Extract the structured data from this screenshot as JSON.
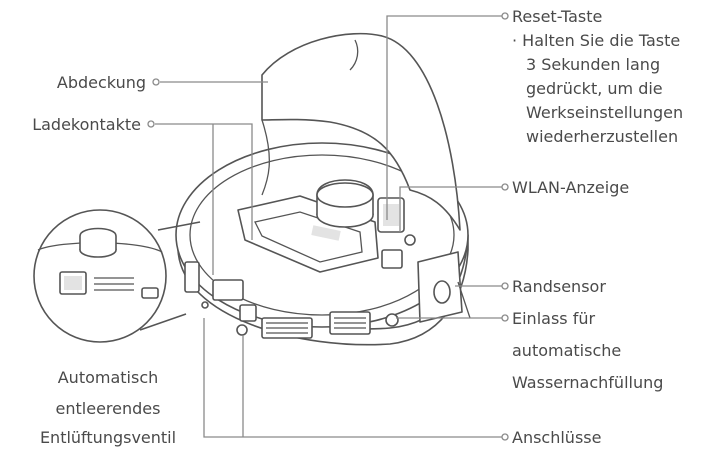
{
  "labels": {
    "reset_title": "Reset-Taste",
    "reset_line1": "· Halten Sie die Taste",
    "reset_line2": "3 Sekunden lang",
    "reset_line3": "gedrückt, um die",
    "reset_line4": "Werkseinstellungen",
    "reset_line5": "wiederherzustellen",
    "cover": "Abdeckung",
    "charging_contacts": "Ladekontakte",
    "wlan_indicator": "WLAN-Anzeige",
    "edge_sensor": "Randsensor",
    "inlet_line1": "Einlass für",
    "inlet_line2": "automatische",
    "inlet_line3": "Wassernachfüllung",
    "vent_line1": "Automatisch",
    "vent_line2": "entleerendes",
    "vent_line3": "Entlüftungsventil",
    "ports": "Anschlüsse"
  }
}
